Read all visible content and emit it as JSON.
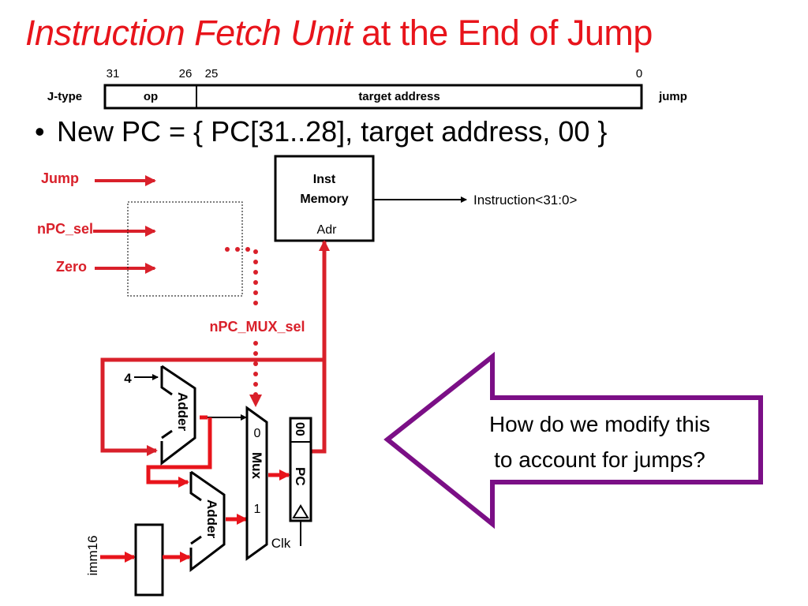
{
  "slide": {
    "title_italic": "Instruction Fetch Unit",
    "title_rest": " at the End of  Jump",
    "title_color": "#e8141b"
  },
  "format": {
    "label_left": "J-type",
    "label_right": "jump",
    "bit_31": "31",
    "bit_26": "26",
    "bit_25": "25",
    "bit_0": "0",
    "field_op": "op",
    "field_target": "target address"
  },
  "bullet": {
    "symbol": "•",
    "text": "New PC = { PC[31..28], target address, 00 }"
  },
  "signals": {
    "jump": "Jump",
    "npc_sel": "nPC_sel",
    "zero": "Zero",
    "npc_mux_sel": "nPC_MUX_sel",
    "color": "#e8141b"
  },
  "inst_memory": {
    "line1": "Inst",
    "line2": "Memory",
    "port": "Adr",
    "output": "Instruction<31:0>"
  },
  "datapath": {
    "const_four": "4",
    "adder_top": "Adder",
    "adder_bottom": "Adder",
    "mux_label": "Mux",
    "mux_in0": "0",
    "mux_in1": "1",
    "pc_label": "PC",
    "pc_low_bits": "00",
    "clock": "Clk",
    "imm": "imm16"
  },
  "callout": {
    "line1": "How do we modify this",
    "line2": "to account for jumps?",
    "border_color": "#7b0f86"
  }
}
